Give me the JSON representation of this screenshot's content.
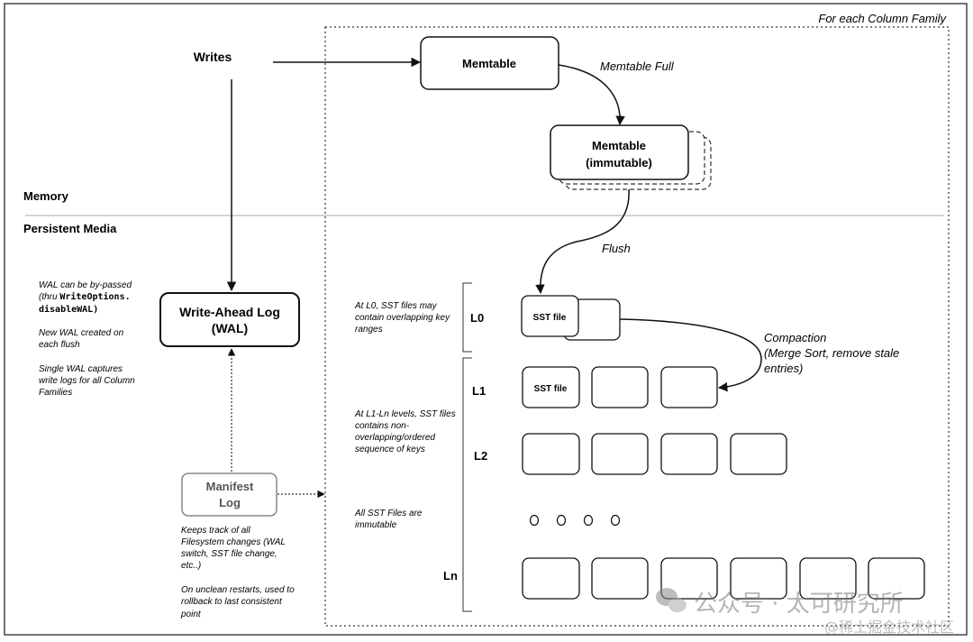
{
  "frame_title": "For each Column Family",
  "labels": {
    "writes": "Writes",
    "memory": "Memory",
    "persistent_media": "Persistent Media",
    "memtable_full": "Memtable Full",
    "flush": "Flush"
  },
  "memtable": {
    "label": "Memtable"
  },
  "immutable_memtable": {
    "line1": "Memtable",
    "line2": "(immutable)"
  },
  "wal": {
    "line1": "Write-Ahead Log",
    "line2": "(WAL)",
    "notes": [
      "WAL can be by-passed",
      "(thru ",
      "WriteOptions.",
      "disableWAL)",
      "New WAL created on",
      "each flush",
      "Single WAL captures",
      "write logs for all Column",
      "Families"
    ]
  },
  "manifest": {
    "line1": "Manifest",
    "line2": "Log",
    "notes": [
      "Keeps track of all",
      "Filesystem changes (WAL",
      "switch, SST file change,",
      "etc..)",
      "On unclean restarts, used to",
      "rollback to last consistent",
      "point"
    ]
  },
  "levels": {
    "l0": "L0",
    "l1": "L1",
    "l2": "L2",
    "ln": "Ln"
  },
  "sst_label": "SST file",
  "level_notes": {
    "l0": [
      "At L0, SST files may",
      "contain overlapping key",
      "ranges"
    ],
    "l1_ln": [
      "At L1-Ln levels, SST files",
      "contains non-",
      "overlapping/ordered",
      "sequence of keys"
    ],
    "immutable": [
      "All SST Files are",
      "immutable"
    ]
  },
  "compaction": [
    "Compaction",
    "(Merge Sort, remove stale",
    "entries)"
  ],
  "watermark": {
    "line1": "公众号 · 太可研究所",
    "line2": "@稀土掘金技术社区"
  }
}
